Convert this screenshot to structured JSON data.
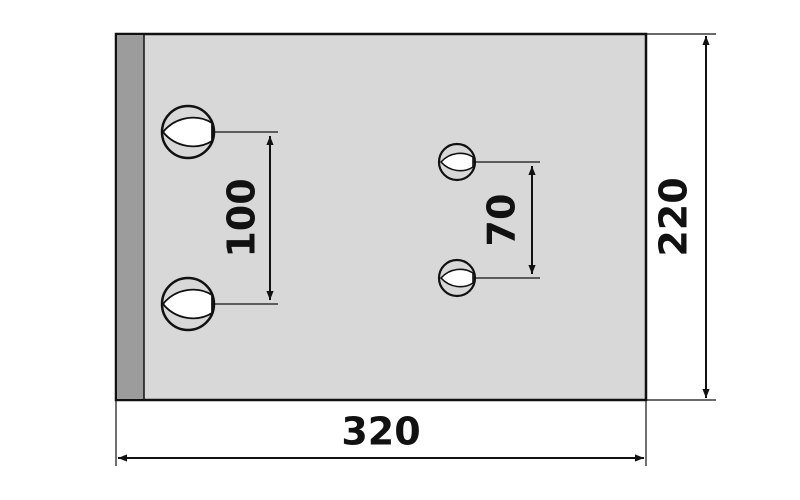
{
  "dimensions": {
    "width": "320",
    "height": "220",
    "large_hole_spacing": "100",
    "small_hole_spacing": "70"
  },
  "colors": {
    "plate_fill": "#d8d8d8",
    "edge_strip": "#9c9c9c",
    "outline": "#111111",
    "background": "#ffffff"
  }
}
